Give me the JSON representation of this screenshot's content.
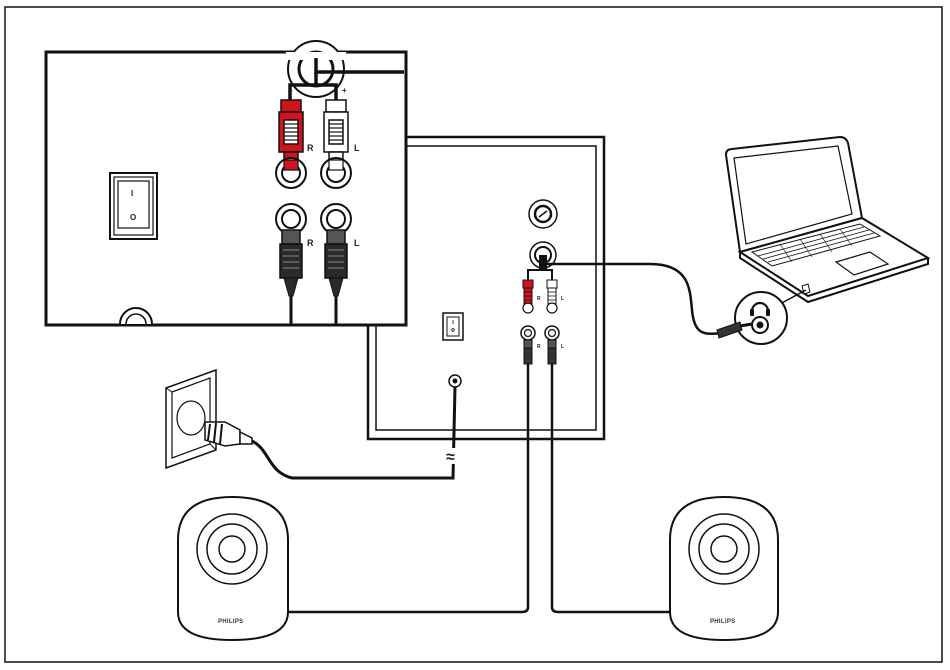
{
  "labels": {
    "right": "R",
    "left": "L",
    "minus": "-",
    "plus": "+",
    "power_on": "I",
    "power_off": "O",
    "ac_symbol": "≈"
  },
  "speakers": {
    "left_brand": "PHILIPS",
    "right_brand": "PHILIPS"
  },
  "colors": {
    "line": "#111111",
    "cable": "#1a1a1a",
    "red_plug": "#d0141c",
    "white_plug": "#ffffff",
    "background": "#ffffff"
  }
}
